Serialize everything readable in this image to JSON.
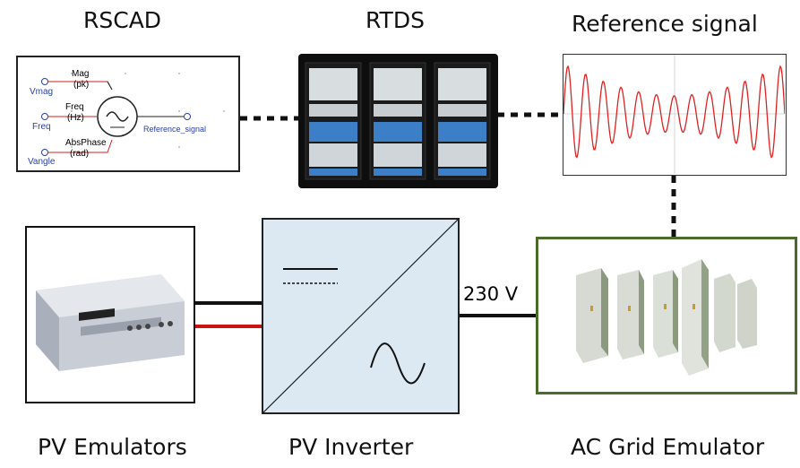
{
  "titles": {
    "rscad": "RSCAD",
    "rtds": "RTDS",
    "reference": "Reference signal",
    "pv_emulators": "PV Emulators",
    "pv_inverter": "PV Inverter",
    "grid_emulator": "AC Grid Emulator"
  },
  "rscad_block": {
    "inputs": [
      "Vmag",
      "Freq",
      "Vangle"
    ],
    "params": [
      "Mag",
      "(pk)",
      "Freq",
      "(Hz)",
      "AbsPhase",
      "(rad)"
    ],
    "output": "Reference_signal"
  },
  "link_label": "230 V",
  "colors": {
    "inverter_fill": "#dce9f2",
    "grid_border": "#4a6b2a",
    "signal": "#d22",
    "dc_red": "#cc1111"
  }
}
